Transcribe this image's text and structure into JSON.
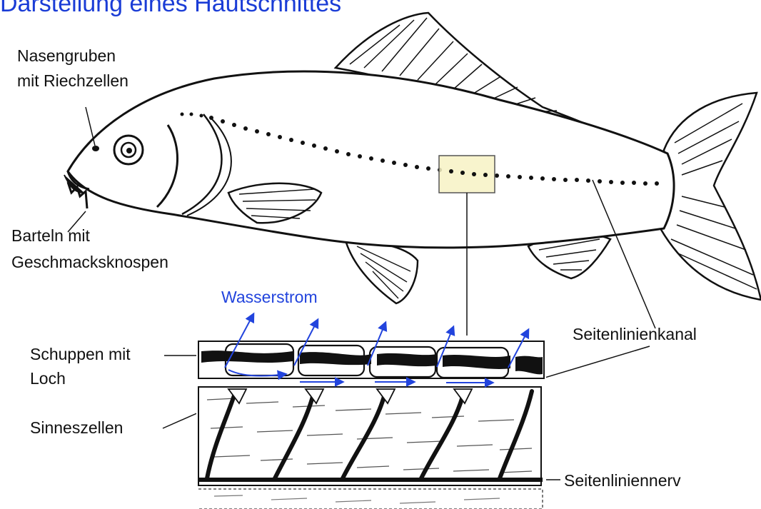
{
  "title": "Darstellung eines Hautschnittes",
  "labels": {
    "nasengruben_1": "Nasengruben",
    "nasengruben_2": "mit Riechzellen",
    "barteln_1": "Barteln mit",
    "barteln_2": "Geschmacksknospen",
    "wasserstrom": "Wasserstrom",
    "schuppen_1": "Schuppen mit",
    "schuppen_2": "Loch",
    "sinneszellen": "Sinneszellen",
    "seitenlinienkanal": "Seitenlinienkanal",
    "seitenliniennerv": "Seitenliniennerv"
  },
  "colors": {
    "title": "#1a3cd6",
    "water_arrows": "#2244dd",
    "highlight_box": "#f7f2c4",
    "ink": "#111111"
  }
}
